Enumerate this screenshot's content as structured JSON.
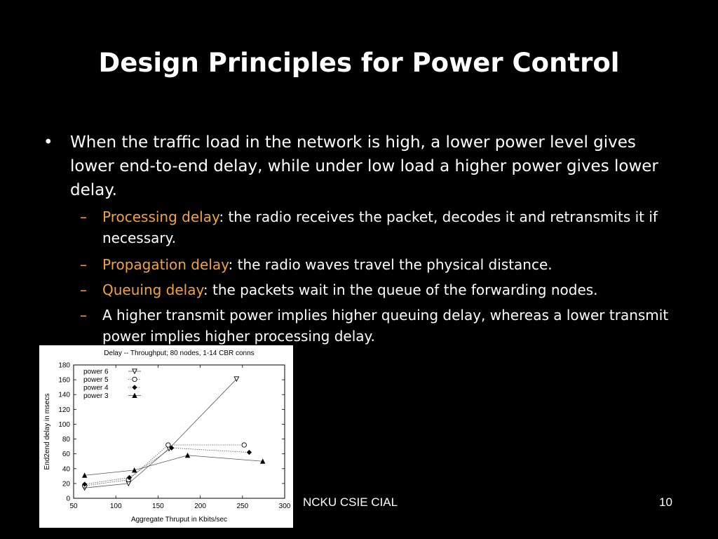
{
  "slide": {
    "title": "Design Principles for Power Control",
    "bullet": {
      "symbol": "•",
      "text": "When the traffic load in the network is high, a lower power level gives lower end-to-end delay, while under low load a higher power gives lower delay."
    },
    "sub_items": [
      {
        "dash": "–",
        "highlight": "Processing delay",
        "rest": ": the radio receives the packet, decodes it and retransmits it if necessary."
      },
      {
        "dash": "–",
        "highlight": "Propagation delay",
        "rest": ": the radio waves travel the physical distance."
      },
      {
        "dash": "–",
        "highlight": "Queuing delay",
        "rest": ": the packets wait in the queue of the forwarding nodes."
      },
      {
        "dash": "–",
        "highlight": "",
        "rest": "A higher transmit power implies higher queuing delay, whereas a lower transmit power implies higher processing delay."
      }
    ],
    "highlight_color": "#f2a33a",
    "footer": {
      "center": "NCKU CSIE CIAL",
      "page": "10"
    }
  },
  "chart_data": {
    "type": "line",
    "title": "Delay -- Throughput; 80 nodes, 1-14 CBR conns",
    "xlabel": "Aggregate Thruput in Kbits/sec",
    "ylabel": "End2end delay in msecs",
    "xlim": [
      50,
      300
    ],
    "ylim": [
      0,
      180
    ],
    "xticks": [
      50,
      100,
      150,
      200,
      250,
      300
    ],
    "yticks": [
      0,
      20,
      40,
      60,
      80,
      100,
      120,
      140,
      160,
      180
    ],
    "legend_position": "top-left",
    "background": "#ffffff",
    "series": [
      {
        "name": "power 6",
        "marker": "triangle-down-open",
        "line": "solid",
        "x": [
          63,
          115,
          163,
          243
        ],
        "y": [
          14,
          20,
          67,
          161
        ]
      },
      {
        "name": "power 5",
        "marker": "circle-open",
        "line": "dotted",
        "x": [
          63,
          115,
          162,
          252
        ],
        "y": [
          17,
          25,
          72,
          72
        ]
      },
      {
        "name": "power 4",
        "marker": "diamond-filled",
        "line": "dotted",
        "x": [
          63,
          116,
          166,
          258
        ],
        "y": [
          19,
          28,
          68,
          62
        ]
      },
      {
        "name": "power 3",
        "marker": "triangle-up-filled",
        "line": "solid",
        "x": [
          63,
          122,
          185,
          274
        ],
        "y": [
          31,
          38,
          58,
          50
        ]
      }
    ]
  }
}
